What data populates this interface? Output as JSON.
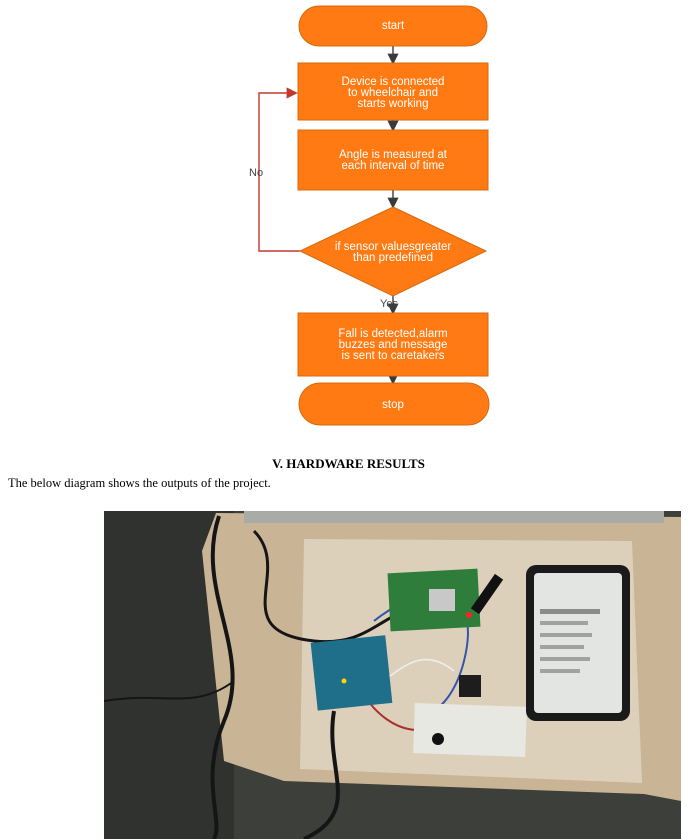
{
  "flowchart": {
    "nodes": [
      {
        "id": "start",
        "shape": "terminal",
        "lines": [
          "start"
        ]
      },
      {
        "id": "device",
        "shape": "process",
        "lines": [
          "Device is connected",
          "to wheelchair and",
          "starts working"
        ]
      },
      {
        "id": "angle",
        "shape": "process",
        "lines": [
          "Angle is measured at",
          "each interval of time"
        ]
      },
      {
        "id": "decision",
        "shape": "decision",
        "lines": [
          "if sensor valuesgreater",
          "than predefined"
        ]
      },
      {
        "id": "fall",
        "shape": "process",
        "lines": [
          "Fall is detected,alarm",
          "buzzes and message",
          "is sent to caretakers"
        ]
      },
      {
        "id": "stop",
        "shape": "terminal",
        "lines": [
          "stop"
        ]
      }
    ],
    "no_label": "No",
    "yes_label": "Yes",
    "colors": {
      "fill": "#ff7a12",
      "stroke": "#d46a10",
      "arrow": "#3a3a3a",
      "loop": "#c0392b"
    }
  },
  "section": {
    "heading": "V. HARDWARE RESULTS",
    "intro": "The below diagram shows the outputs of the project."
  },
  "photo": {
    "description_icon": "hardware-photo",
    "colors": {
      "table": "#3c3f3a",
      "board": "#cdb79c",
      "arduino": "#1f6f8a",
      "gsm": "#2f7d3a",
      "breadboard": "#e8e8e2",
      "phone": "#1a1a1a"
    }
  }
}
